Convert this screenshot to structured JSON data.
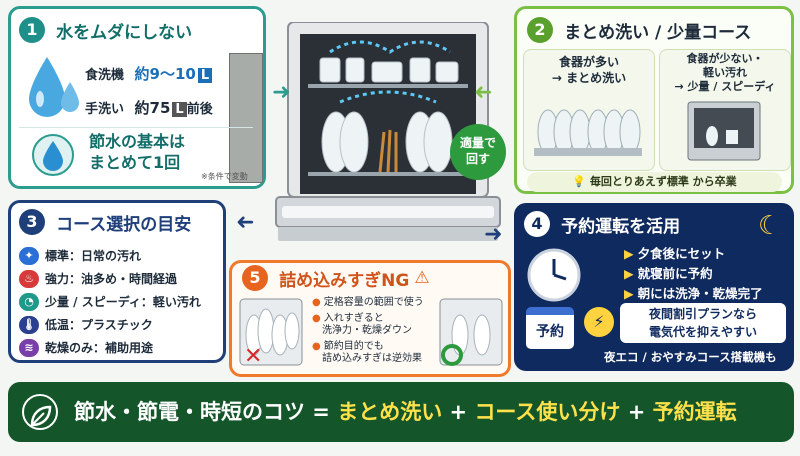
{
  "center": {
    "bubble_line1": "適量で",
    "bubble_line2": "回す"
  },
  "p1": {
    "num": "1",
    "title": "水をムダにしない",
    "dish_label": "食洗機",
    "dish_value": "約9〜10",
    "dish_unit": "L",
    "hand_label": "手洗い",
    "hand_value": "約75",
    "hand_unit": "L",
    "hand_suffix": "前後",
    "basic_line1": "節水の基本は",
    "basic_line2": "まとめて1回",
    "note": "※条件で変動",
    "dish_liters": 9.5,
    "hand_liters": 75
  },
  "p2": {
    "num": "2",
    "title": "まとめ洗い / 少量コース",
    "left_line1": "食器が多い",
    "left_line2": "→ まとめ洗い",
    "right_line1": "食器が少ない・",
    "right_line2": "軽い汚れ",
    "right_line3": "→ 少量 / スピーディ",
    "tip": "毎回とりあえず標準 から卒業"
  },
  "p3": {
    "num": "3",
    "title": "コース選択の目安",
    "rows": [
      {
        "label": "標準：日常の汚れ",
        "icon": "sparkle-icon",
        "color": "#2a6fd6"
      },
      {
        "label": "強力：油多め・時間経過",
        "icon": "pot-icon",
        "color": "#d63a3a"
      },
      {
        "label": "少量 / スピーディ：軽い汚れ",
        "icon": "speedometer-icon",
        "color": "#1f9a8a"
      },
      {
        "label": "低温：プラスチック",
        "icon": "thermometer-icon",
        "color": "#2b3f8f"
      },
      {
        "label": "乾燥のみ：補助用途",
        "icon": "steam-icon",
        "color": "#7a3ea8"
      }
    ]
  },
  "p4": {
    "num": "4",
    "title": "予約運転を活用",
    "items": [
      "夕食後にセット",
      "就寝前に予約",
      "朝には洗浄・乾燥完了"
    ],
    "calendar_label": "予約",
    "tip_line1": "夜間割引プランなら",
    "tip_line2": "電気代を抑えやすい",
    "footer": "夜エコ / おやすみコース搭載機も"
  },
  "p5": {
    "num": "5",
    "title": "詰め込みすぎNG",
    "items": [
      [
        "定格容量の範囲で使う"
      ],
      [
        "入れすぎると",
        "洗浄力・乾燥ダウン"
      ],
      [
        "節約目的でも",
        "詰め込みすぎは逆効果"
      ]
    ]
  },
  "footer": {
    "part1": "節水・節電・時短のコツ = ",
    "part2": "まとめ洗い",
    "plus1": " + ",
    "part3": "コース使い分け",
    "plus2": " + ",
    "part4": "予約運転"
  }
}
